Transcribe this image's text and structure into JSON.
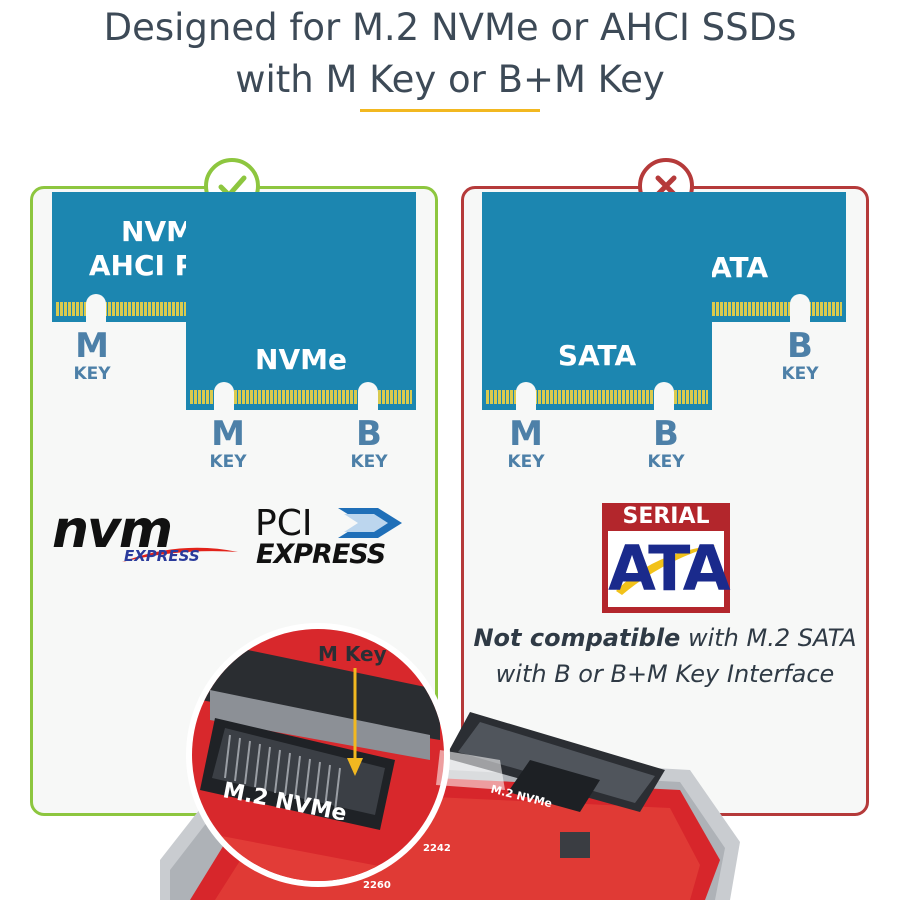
{
  "headline": {
    "line1": "Designed for M.2 NVMe or AHCI SSDs",
    "line2": "with M Key or B+M Key"
  },
  "colors": {
    "compatible_border": "#8dc63f",
    "incompatible_border": "#b53a3a",
    "card_blue": "#1c86b0",
    "key_label": "#4d80a8",
    "accent_rule": "#f2b820"
  },
  "compatible": {
    "status_icon": "check-icon",
    "cards": [
      {
        "text_line1": "NVMe",
        "text_line2": "AHCI PCIe"
      },
      {
        "text_line1": "NVMe"
      }
    ],
    "keys": [
      {
        "big": "M",
        "small": "KEY"
      },
      {
        "big": "M",
        "small": "KEY"
      },
      {
        "big": "B",
        "small": "KEY"
      }
    ],
    "logos": {
      "nvm": {
        "word": "nvm",
        "sub": "EXPRESS"
      },
      "pci": {
        "word": "PCI",
        "sub": "EXPRESS"
      }
    }
  },
  "incompatible": {
    "status_icon": "x-icon",
    "cards": [
      {
        "text_line1": "SATA"
      },
      {
        "text_line1": "SATA"
      }
    ],
    "keys": [
      {
        "big": "B",
        "small": "KEY"
      },
      {
        "big": "M",
        "small": "KEY"
      },
      {
        "big": "B",
        "small": "KEY"
      }
    ],
    "logo": {
      "top": "SERIAL",
      "main": "ATA"
    },
    "note": {
      "emphasis": "Not compatible",
      "rest_line1": " with M.2 SATA",
      "line2": "with B or B+M Key Interface"
    }
  },
  "photo": {
    "callout": "M Key",
    "board_label": "M.2 NVMe",
    "board_small_label": "M.2 NVMe",
    "size_labels": [
      "2242",
      "2260"
    ]
  }
}
